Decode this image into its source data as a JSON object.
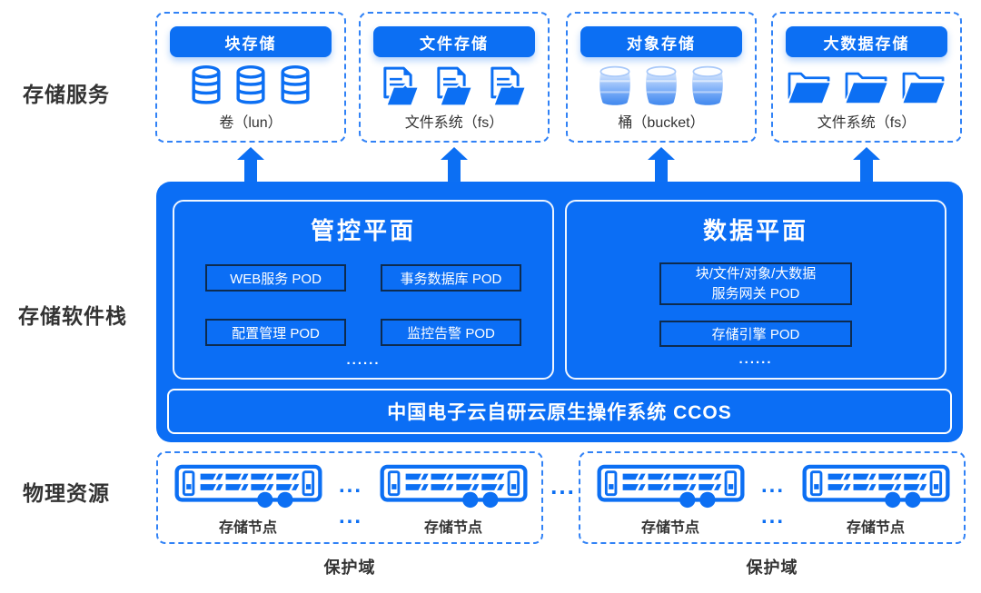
{
  "colors": {
    "primary_blue": "#0b6ef5",
    "icon_blue": "#0c6ff3",
    "dashed_border_blue": "#3182f6",
    "pod_border_navy": "#0d2b4f",
    "text_dark": "#333333"
  },
  "left_labels": {
    "services": "存储服务",
    "software_stack": "存储软件栈",
    "physical": "物理资源"
  },
  "services": [
    {
      "title": "块存储",
      "caption": "卷（lun）",
      "icon": "database-icon"
    },
    {
      "title": "文件存储",
      "caption": "文件系统（fs）",
      "icon": "file-folder-icon"
    },
    {
      "title": "对象存储",
      "caption": "桶（bucket）",
      "icon": "bucket-icon"
    },
    {
      "title": "大数据存储",
      "caption": "文件系统（fs）",
      "icon": "open-folder-icon"
    }
  ],
  "software_stack": {
    "control_plane": {
      "title": "管控平面",
      "pods": [
        "WEB服务 POD",
        "事务数据库 POD",
        "配置管理 POD",
        "监控告警 POD"
      ],
      "ellipsis": "......"
    },
    "data_plane": {
      "title": "数据平面",
      "gateway_pod": {
        "line1": "块/文件/对象/大数据",
        "line2": "服务网关 POD"
      },
      "engine_pod": "存储引擎 POD",
      "ellipsis": "......"
    },
    "os_bar": "中国电子云自研云原生操作系统 CCOS"
  },
  "physical": {
    "domains": [
      {
        "node1": "存储节点",
        "node2": "存储节点",
        "dots_top": "...",
        "dots_bottom": "...",
        "label": "保护域"
      },
      {
        "node1": "存储节点",
        "node2": "存储节点",
        "dots_top": "...",
        "dots_bottom": "...",
        "label": "保护域"
      }
    ],
    "between_dots": "..."
  }
}
